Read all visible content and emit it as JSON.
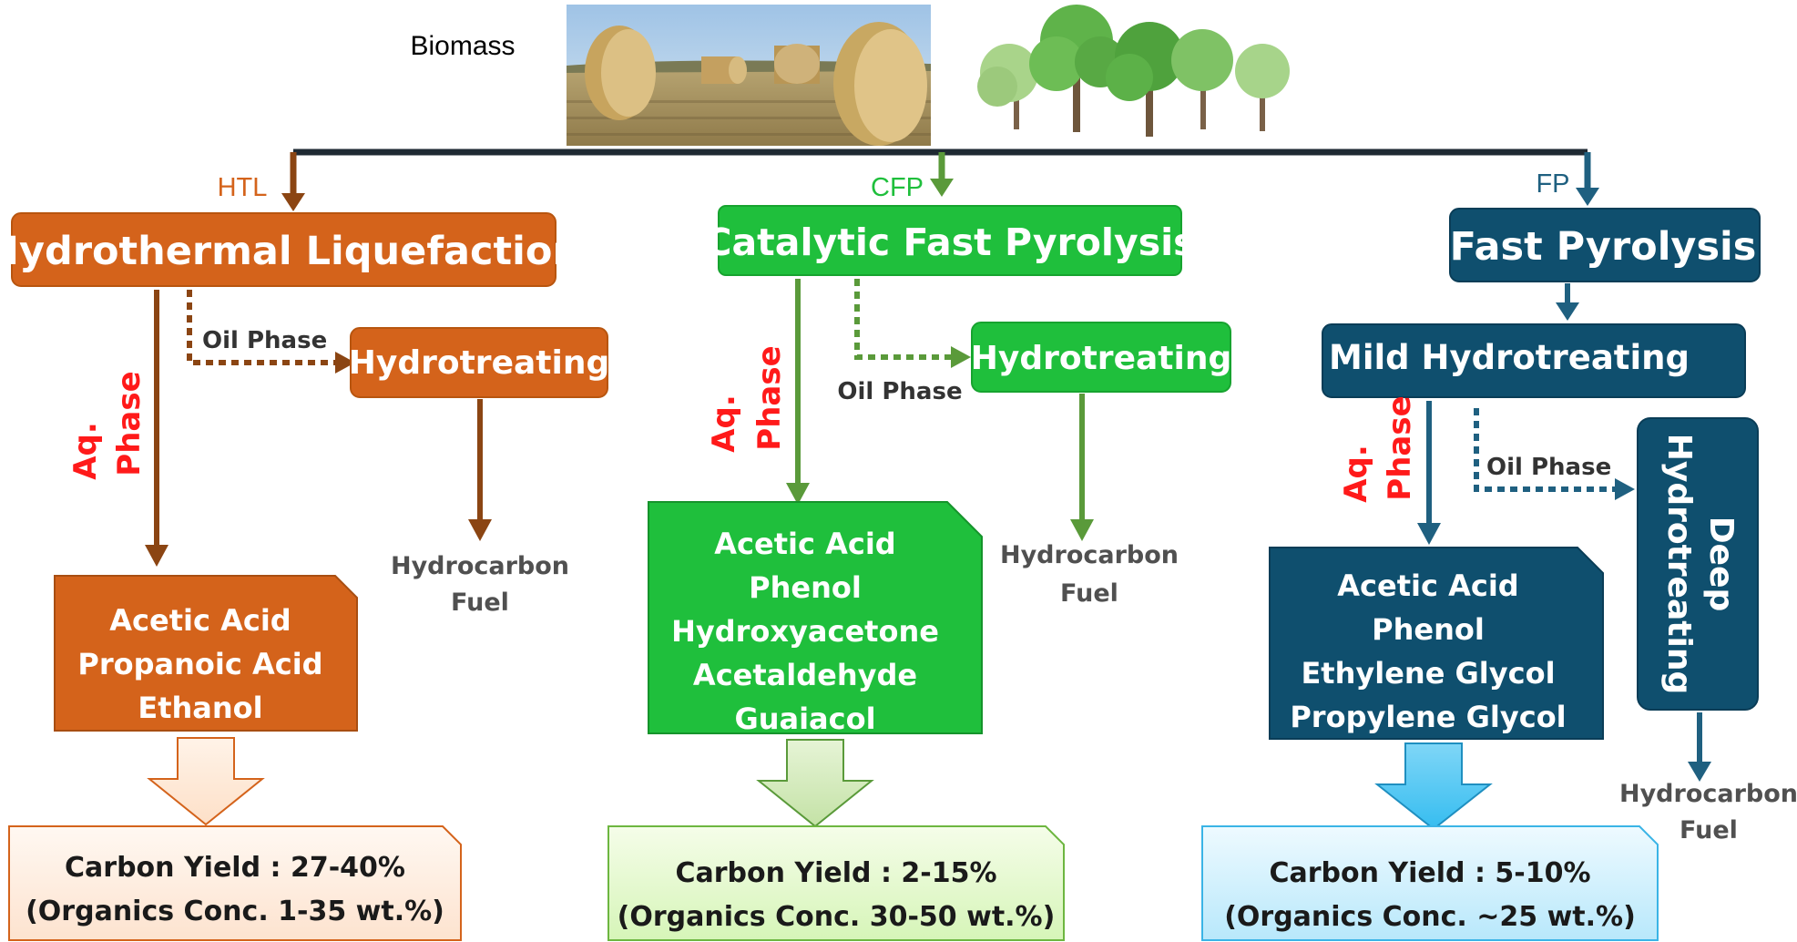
{
  "header": {
    "biomass_label": "Biomass"
  },
  "routes": {
    "htl_tag": "HTL",
    "cfp_tag": "CFP",
    "fp_tag": "FP"
  },
  "htl": {
    "title": "Hydrothermal Liquefaction",
    "oil_phase": "Oil Phase",
    "hydrotreating": "Hydrotreating",
    "aq_line1": "Aq.",
    "aq_line2": "Phase",
    "fuel_line1": "Hydrocarbon",
    "fuel_line2": "Fuel",
    "compounds": [
      "Acetic Acid",
      "Propanoic Acid",
      "Ethanol"
    ],
    "yield_line1": "Carbon Yield : 27-40%",
    "yield_line2": "(Organics Conc. 1-35 wt.%)"
  },
  "cfp": {
    "title": "Catalytic Fast Pyrolysis",
    "oil_phase": "Oil Phase",
    "hydrotreating": "Hydrotreating",
    "aq_line1": "Aq.",
    "aq_line2": "Phase",
    "fuel_line1": "Hydrocarbon",
    "fuel_line2": "Fuel",
    "compounds": [
      "Acetic Acid",
      "Phenol",
      "Hydroxyacetone",
      "Acetaldehyde",
      "Guaiacol"
    ],
    "yield_line1": "Carbon Yield : 2-15%",
    "yield_line2": "(Organics Conc. 30-50 wt.%)"
  },
  "fp": {
    "title": "Fast Pyrolysis",
    "mild": "Mild Hydrotreating",
    "oil_phase": "Oil Phase",
    "deep_line1": "Deep",
    "deep_line2": "Hydrotreating",
    "aq_line1": "Aq.",
    "aq_line2": "Phase",
    "fuel_line1": "Hydrocarbon",
    "fuel_line2": "Fuel",
    "compounds": [
      "Acetic Acid",
      "Phenol",
      "Ethylene Glycol",
      "Propylene Glycol"
    ],
    "yield_line1": "Carbon Yield : 5-10%",
    "yield_line2": "(Organics Conc. ~25 wt.%)"
  },
  "colors": {
    "htl": "#d4631b",
    "htl_dark": "#8b4513",
    "cfp": "#1fbf3c",
    "cfp_dark": "#5a9a3a",
    "fp": "#0f4f6e",
    "fp_dark": "#1f6080",
    "aq_red": "#ff1a1a",
    "trunk": "#1f2a33",
    "fuel_grey": "#505050"
  },
  "images": [
    "hay-bales-photo",
    "trees-illustration"
  ]
}
